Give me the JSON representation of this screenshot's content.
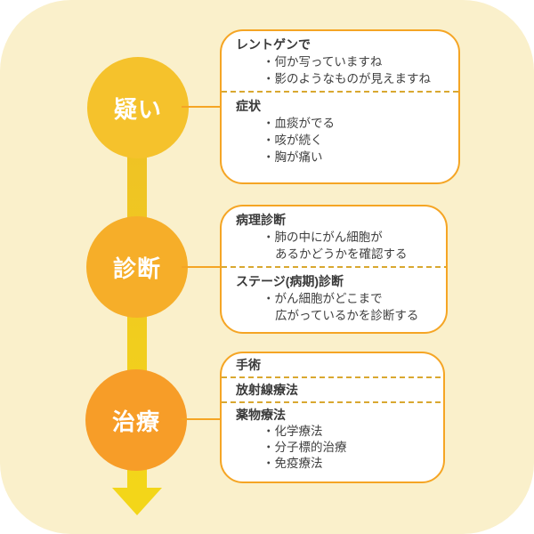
{
  "colors": {
    "canvas_background": "#FAF0CB",
    "box_border": "#F5A524",
    "dashed_divider": "#D9A830",
    "spine_top": "#EEC026",
    "spine_bottom": "#F3D619",
    "circle_suspicion": "#F5C22C",
    "circle_diagnosis": "#F6AE29",
    "circle_treatment": "#F79D28",
    "circle_text": "#FFFFFF",
    "body_text": "#404040"
  },
  "icons": {
    "flow_arrow": "down-arrow"
  },
  "stages": [
    {
      "label": "疑い",
      "box": {
        "sections": [
          {
            "title": "レントゲンで",
            "bullets": [
              "・何か写っていますね",
              "・影のようなものが見えますね"
            ]
          },
          {
            "title": "症状",
            "bullets": [
              "・血痰がでる",
              "・咳が続く",
              "・胸が痛い"
            ]
          }
        ]
      }
    },
    {
      "label": "診断",
      "box": {
        "sections": [
          {
            "title": "病理診断",
            "bullets": [
              "・肺の中にがん細胞が",
              "あるかどうかを確認する"
            ]
          },
          {
            "title": "ステージ(病期)診断",
            "bullets": [
              "・がん細胞がどこまで",
              "広がっているかを診断する"
            ]
          }
        ]
      }
    },
    {
      "label": "治療",
      "box": {
        "sections": [
          {
            "title": "手術",
            "bullets": []
          },
          {
            "title": "放射線療法",
            "bullets": []
          },
          {
            "title": "薬物療法",
            "bullets": [
              "・化学療法",
              "・分子標的治療",
              "・免疫療法"
            ]
          }
        ]
      }
    }
  ]
}
